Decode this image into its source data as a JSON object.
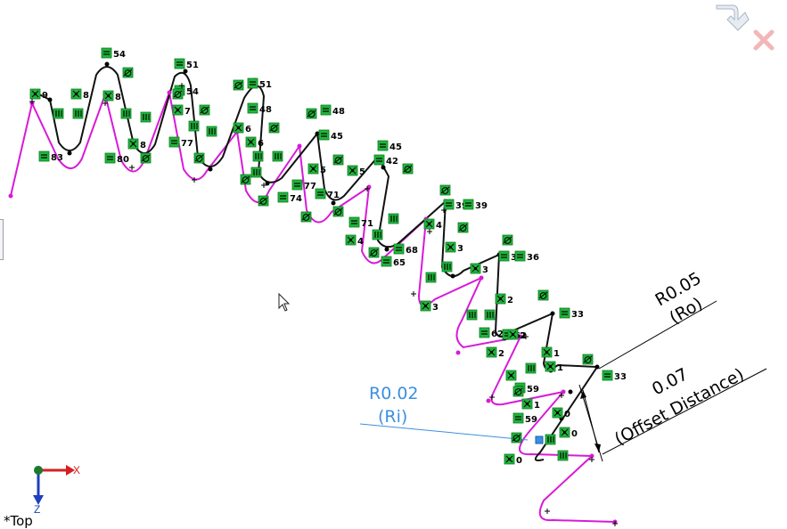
{
  "viewport": {
    "view_name": "*Top"
  },
  "triad": {
    "x_label": "X",
    "z_label": "Z"
  },
  "dimensions": {
    "outer": {
      "value": "R0.05",
      "name": "(Ro)"
    },
    "inner": {
      "value": "R0.02",
      "name": "(Ri)"
    },
    "offset": {
      "value": "0.07",
      "name": "(Offset Distance)"
    }
  },
  "relation_numbers": [
    "54",
    "51",
    "54",
    "51",
    "48",
    "48",
    "45",
    "45",
    "42",
    "39",
    "39",
    "36",
    "36",
    "33",
    "33",
    "83",
    "80",
    "77",
    "77",
    "74",
    "71",
    "71",
    "68",
    "65",
    "62",
    "62",
    "59",
    "59",
    "9",
    "8",
    "7",
    "6",
    "5",
    "4",
    "3",
    "2",
    "1",
    "0"
  ],
  "colors": {
    "sketch_line": "#111111",
    "offset_line": "#d81ad8",
    "inner_dimension": "#3b8fe0",
    "relation_badge": "#1fb53c",
    "relation_badge_border": "#0d7a21",
    "cancel_x": "#f3b7b7",
    "confirm_arrow": "#c9d3de"
  },
  "icons": [
    "equal-relation-icon",
    "parallel-relation-icon",
    "coincident-relation-icon",
    "tangent-relation-icon",
    "confirm-arrow-icon",
    "cancel-x-icon",
    "triad-origin-icon"
  ]
}
